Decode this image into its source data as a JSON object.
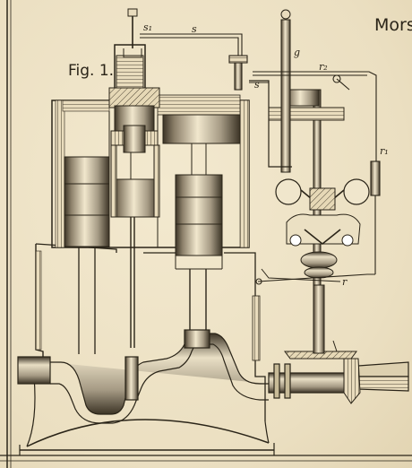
{
  "figure": {
    "header_text": "Mors",
    "fig_label": "Fig. 1.",
    "labels": {
      "s_top": "s",
      "s_one": "s₁",
      "g": "g",
      "r2": "r₂",
      "s_lower": "s",
      "r1": "r₁",
      "r": "r"
    }
  },
  "colors": {
    "paper": "#efe4c8",
    "ink": "#2a2418",
    "hatch": "#5a5040"
  }
}
